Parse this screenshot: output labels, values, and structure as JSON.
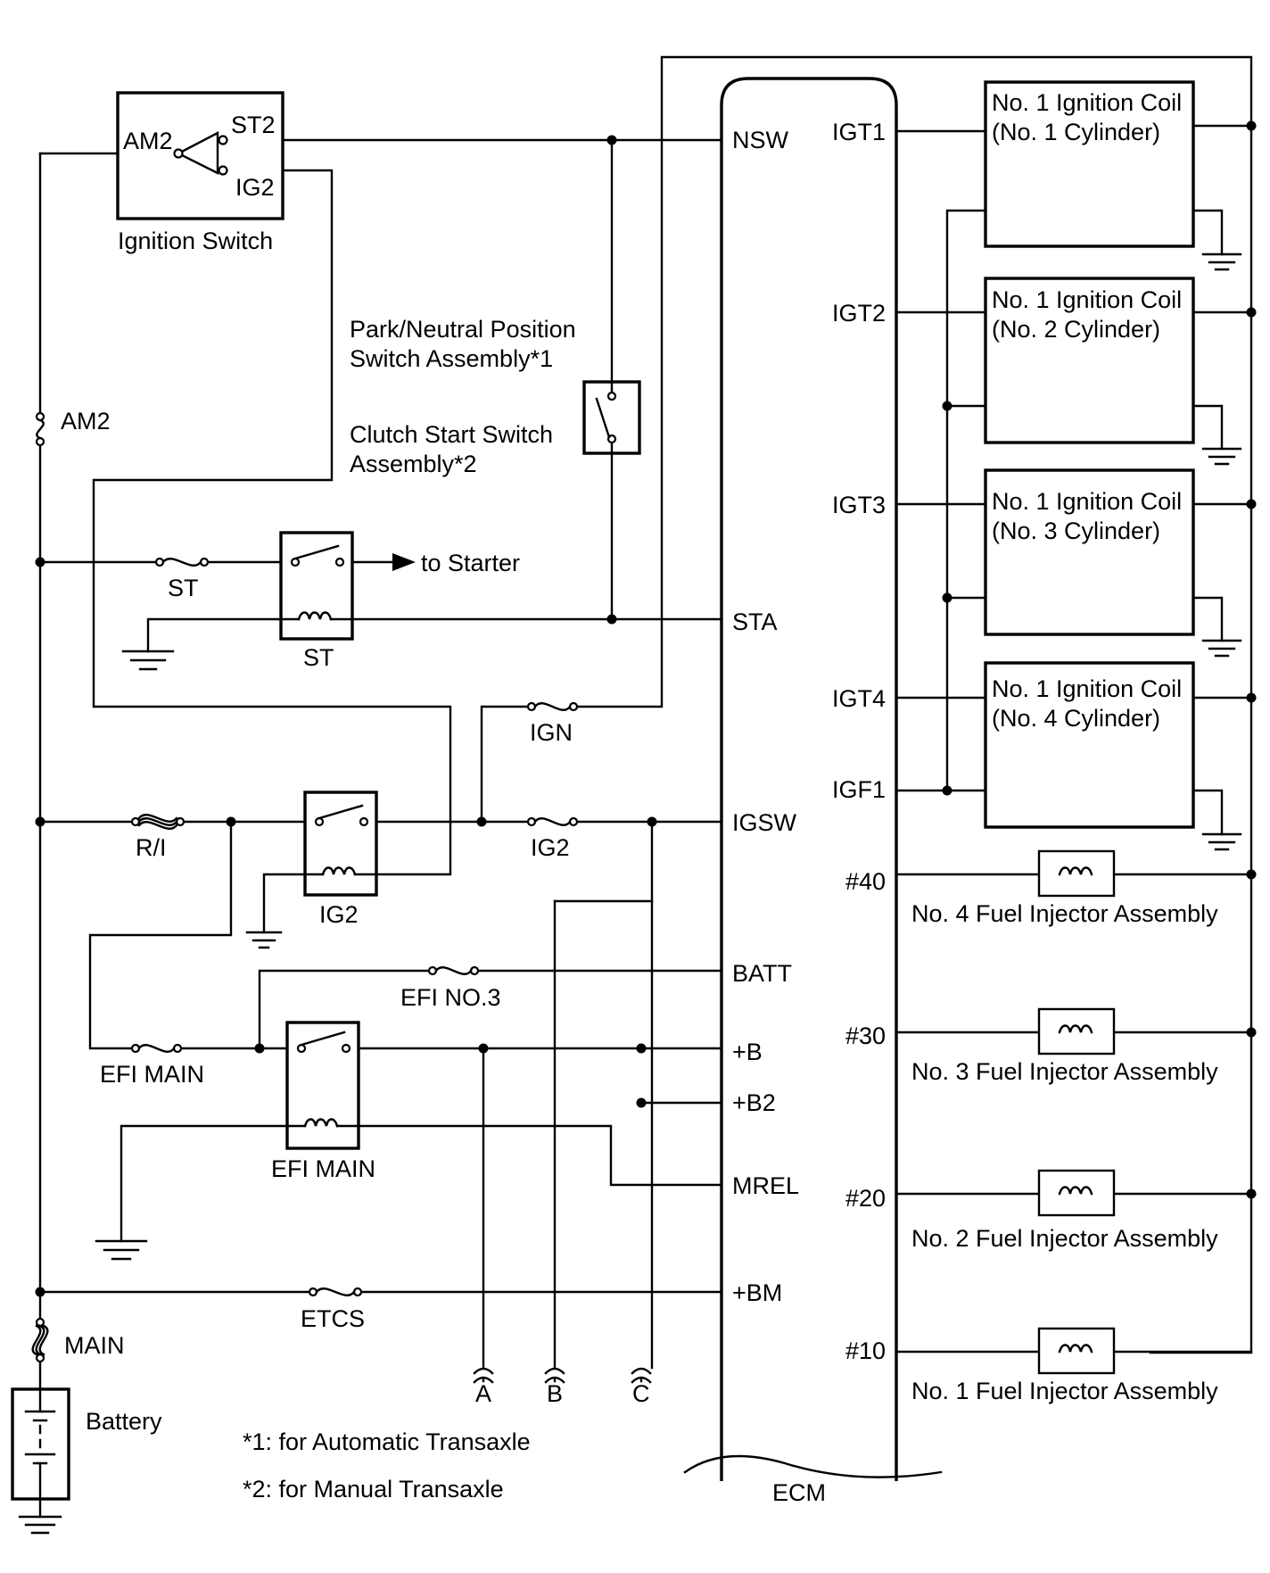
{
  "ignition_switch": {
    "title": "Ignition Switch",
    "am2": "AM2",
    "st2": "ST2",
    "ig2": "IG2"
  },
  "fuses": {
    "am2": "AM2",
    "st": "ST",
    "ri": "R/I",
    "ign": "IGN",
    "ig2": "IG2",
    "efi_no3": "EFI NO.3",
    "efi_main": "EFI MAIN",
    "etcs": "ETCS",
    "main": "MAIN"
  },
  "relays": {
    "st": "ST",
    "ig2": "IG2",
    "efi_main": "EFI MAIN"
  },
  "switch_labels": {
    "pnp_line1": "Park/Neutral Position",
    "pnp_line2": "Switch Assembly*1",
    "clutch_line1": "Clutch Start Switch",
    "clutch_line2": "Assembly*2",
    "to_starter": "to Starter"
  },
  "ecm": {
    "name": "ECM",
    "left_pins": [
      "NSW",
      "STA",
      "IGSW",
      "BATT",
      "+B",
      "+B2",
      "MREL",
      "+BM"
    ],
    "right_pins": [
      "IGT1",
      "IGT2",
      "IGT3",
      "IGT4",
      "IGF1",
      "#40",
      "#30",
      "#20",
      "#10"
    ]
  },
  "coils": [
    {
      "line1": "No. 1 Ignition Coil",
      "line2": "(No. 1 Cylinder)"
    },
    {
      "line1": "No. 1 Ignition Coil",
      "line2": "(No. 2 Cylinder)"
    },
    {
      "line1": "No. 1 Ignition Coil",
      "line2": "(No. 3 Cylinder)"
    },
    {
      "line1": "No. 1 Ignition Coil",
      "line2": "(No. 4 Cylinder)"
    }
  ],
  "injectors": [
    "No. 4 Fuel Injector Assembly",
    "No. 3 Fuel Injector Assembly",
    "No. 2 Fuel Injector Assembly",
    "No. 1 Fuel Injector Assembly"
  ],
  "connectors": [
    "A",
    "B",
    "C"
  ],
  "battery": "Battery",
  "notes": [
    "*1: for Automatic Transaxle",
    "*2: for Manual Transaxle"
  ]
}
